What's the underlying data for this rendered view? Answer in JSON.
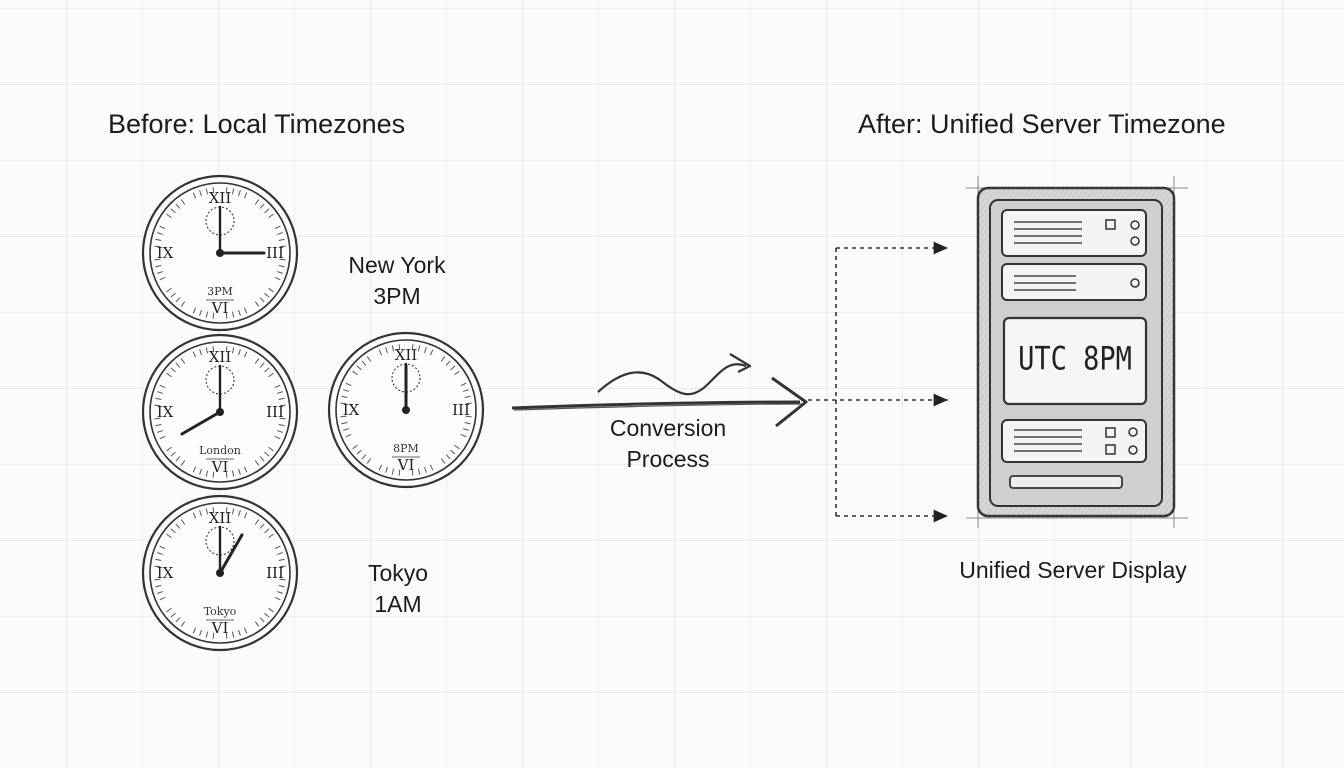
{
  "before": {
    "heading": "Before: Local Timezones",
    "clocks": [
      {
        "label": "3PM",
        "hour": 15,
        "minute": 0
      },
      {
        "label": "London",
        "hour": 20,
        "minute": 0
      },
      {
        "label": "8PM",
        "hour": 12,
        "minute": 0
      },
      {
        "label": "Tokyo",
        "hour": 1,
        "minute": 0
      }
    ],
    "city_labels": [
      {
        "city": "New York",
        "time": "3PM"
      },
      {
        "city": "Tokyo",
        "time": "1AM"
      }
    ]
  },
  "conversion": {
    "line1": "Conversion",
    "line2": "Process"
  },
  "after": {
    "heading": "After: Unified Server Timezone",
    "server_display": "UTC 8PM",
    "caption": "Unified Server Display"
  },
  "icons": [
    "clock-icon",
    "server-rack-icon",
    "arrow-icon"
  ]
}
